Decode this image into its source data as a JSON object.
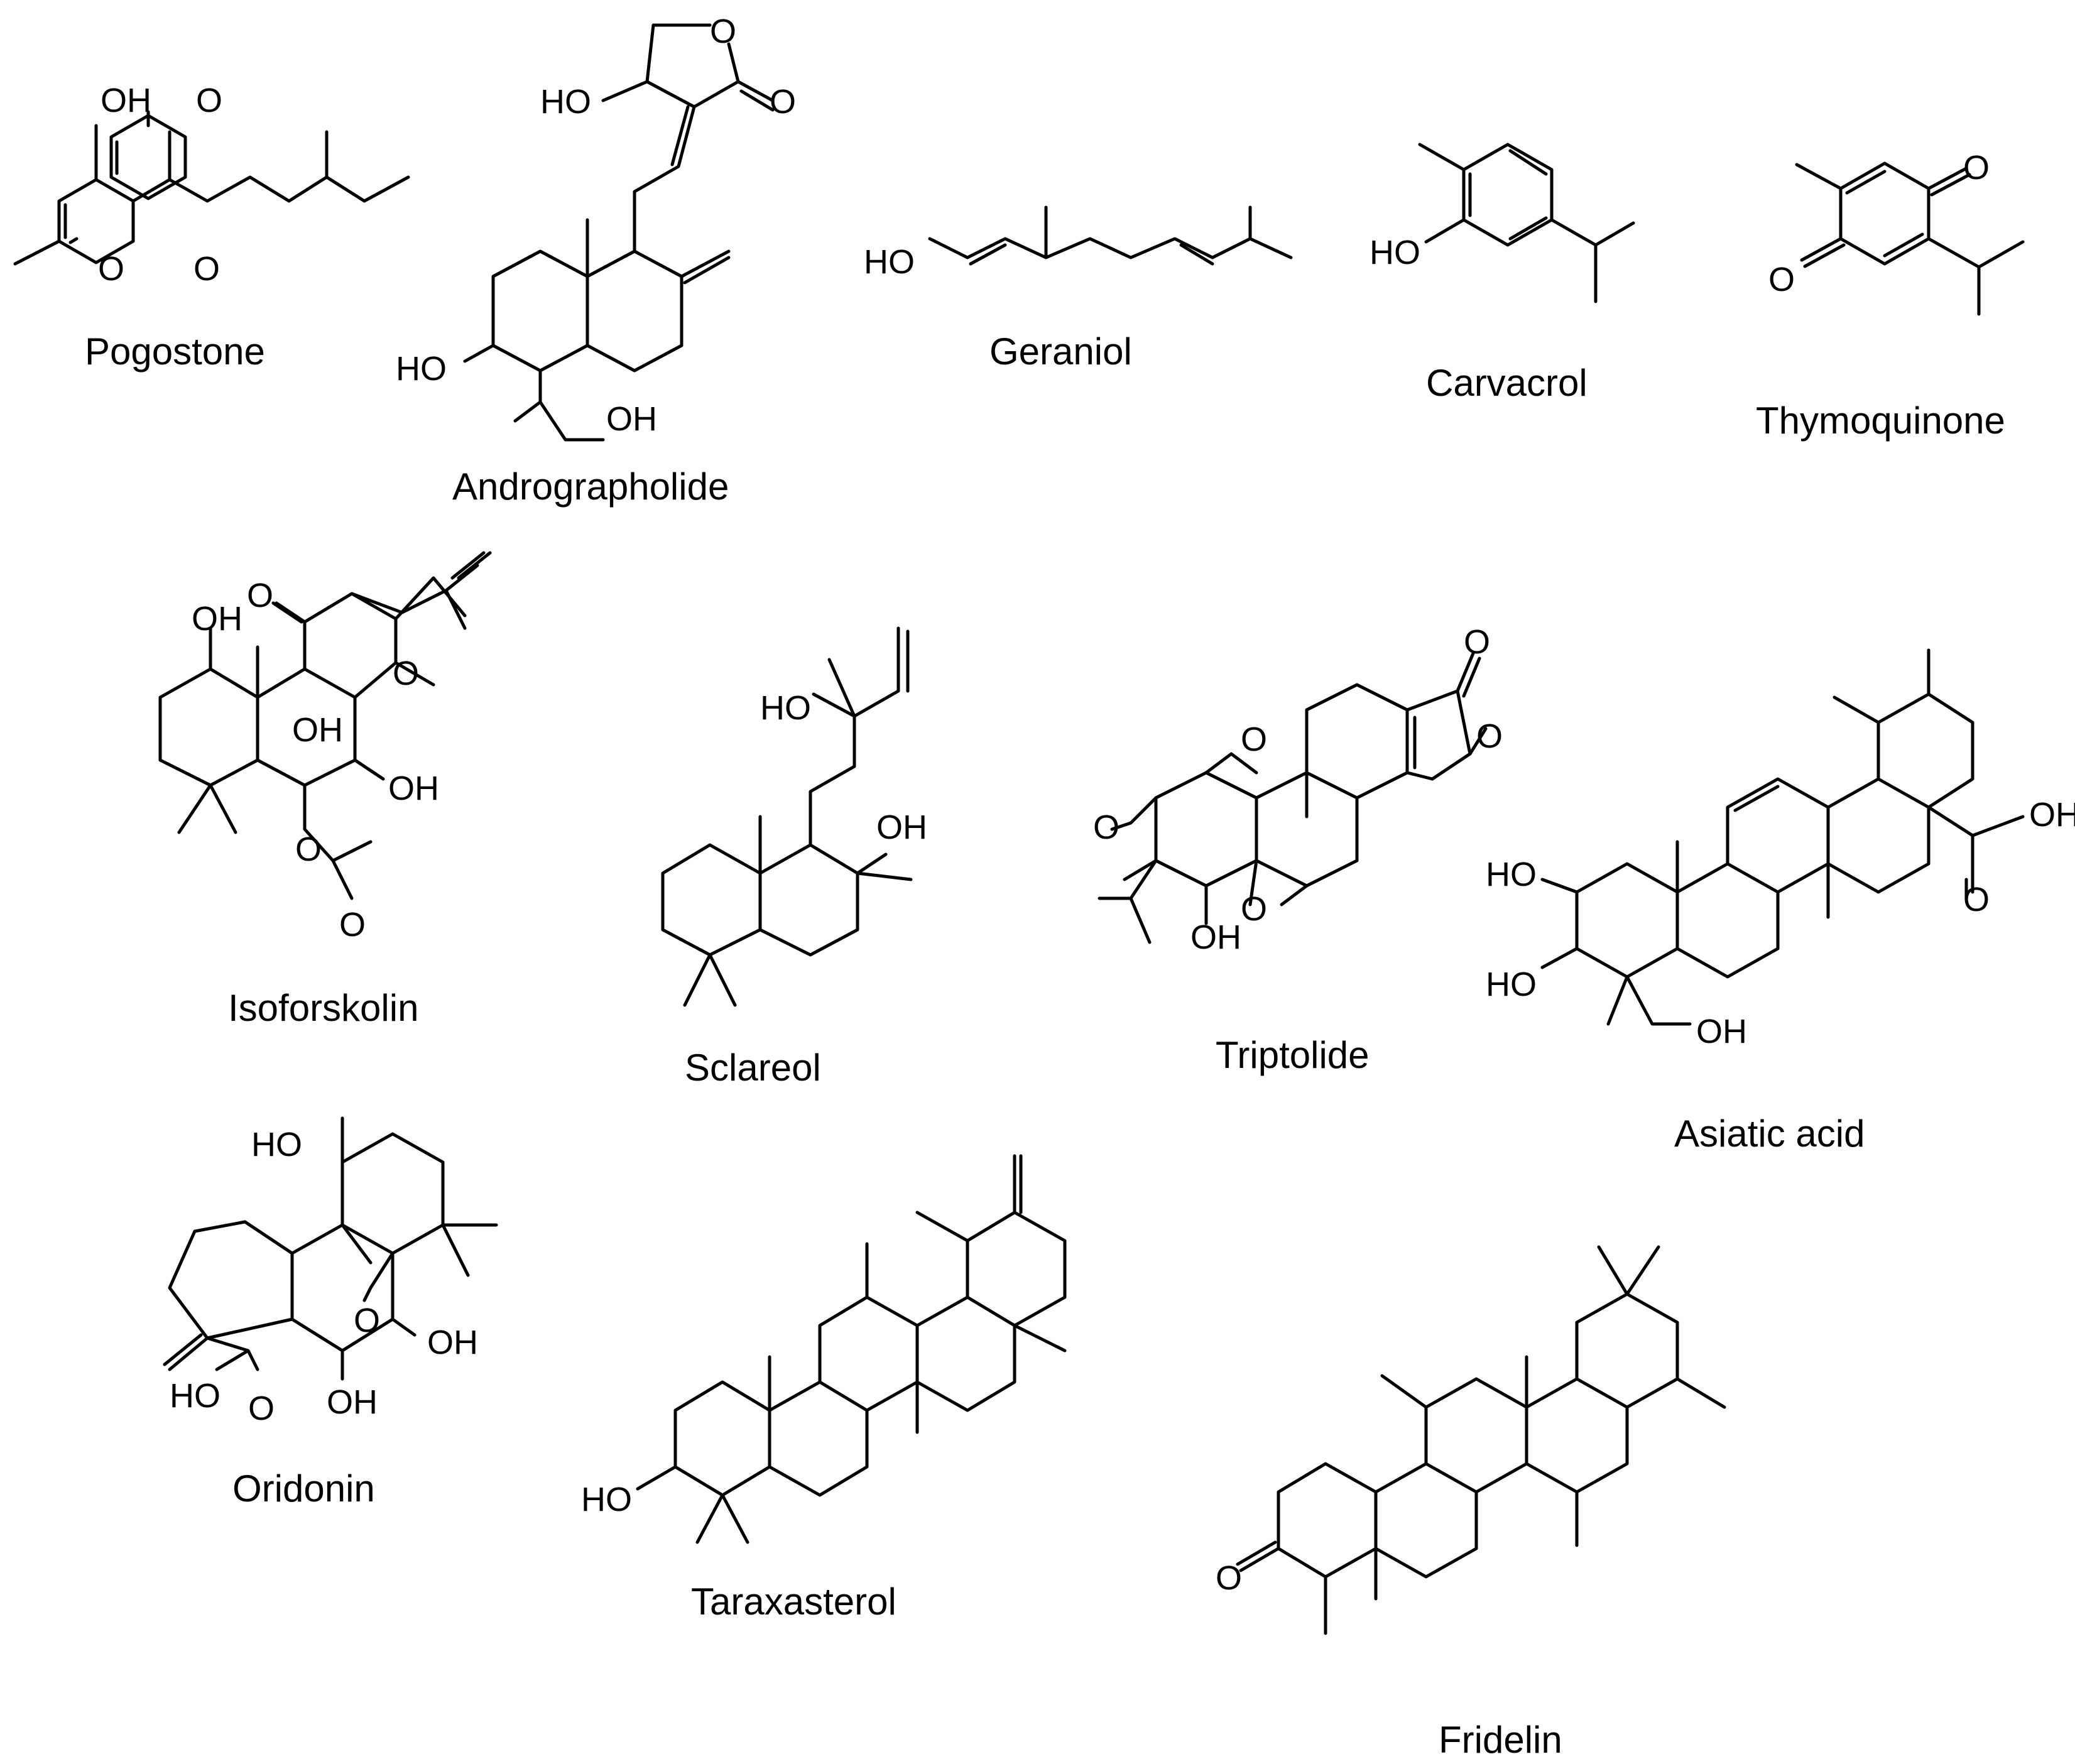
{
  "figure": {
    "compounds": [
      {
        "id": "pogostone",
        "name": "Pogostone",
        "atoms": [
          "OH",
          "O",
          "O",
          "O"
        ]
      },
      {
        "id": "andrographolide",
        "name": "Andrographolide",
        "atoms": [
          "O",
          "HO",
          "O",
          "HO",
          "OH"
        ]
      },
      {
        "id": "geraniol",
        "name": "Geraniol",
        "atoms": [
          "HO"
        ]
      },
      {
        "id": "carvacrol",
        "name": "Carvacrol",
        "atoms": [
          "HO"
        ]
      },
      {
        "id": "thymoquinone",
        "name": "Thymoquinone",
        "atoms": [
          "O",
          "O"
        ]
      },
      {
        "id": "isoforskolin",
        "name": "Isoforskolin",
        "atoms": [
          "O",
          "OH",
          "O",
          "OH",
          "OH",
          "O",
          "O"
        ]
      },
      {
        "id": "sclareol",
        "name": "Sclareol",
        "atoms": [
          "HO",
          "OH"
        ]
      },
      {
        "id": "triptolide",
        "name": "Triptolide",
        "atoms": [
          "O",
          "O",
          "O",
          "O",
          "O",
          "OH"
        ]
      },
      {
        "id": "asiatic-acid",
        "name": "Asiatic acid",
        "atoms": [
          "OH",
          "O",
          "HO",
          "HO",
          "OH"
        ]
      },
      {
        "id": "oridonin",
        "name": "Oridonin",
        "atoms": [
          "HO",
          "O",
          "OH",
          "HO",
          "O",
          "OH"
        ]
      },
      {
        "id": "taraxasterol",
        "name": "Taraxasterol",
        "atoms": [
          "HO"
        ]
      },
      {
        "id": "fridelin",
        "name": "Fridelin",
        "atoms": [
          "O"
        ]
      }
    ]
  }
}
